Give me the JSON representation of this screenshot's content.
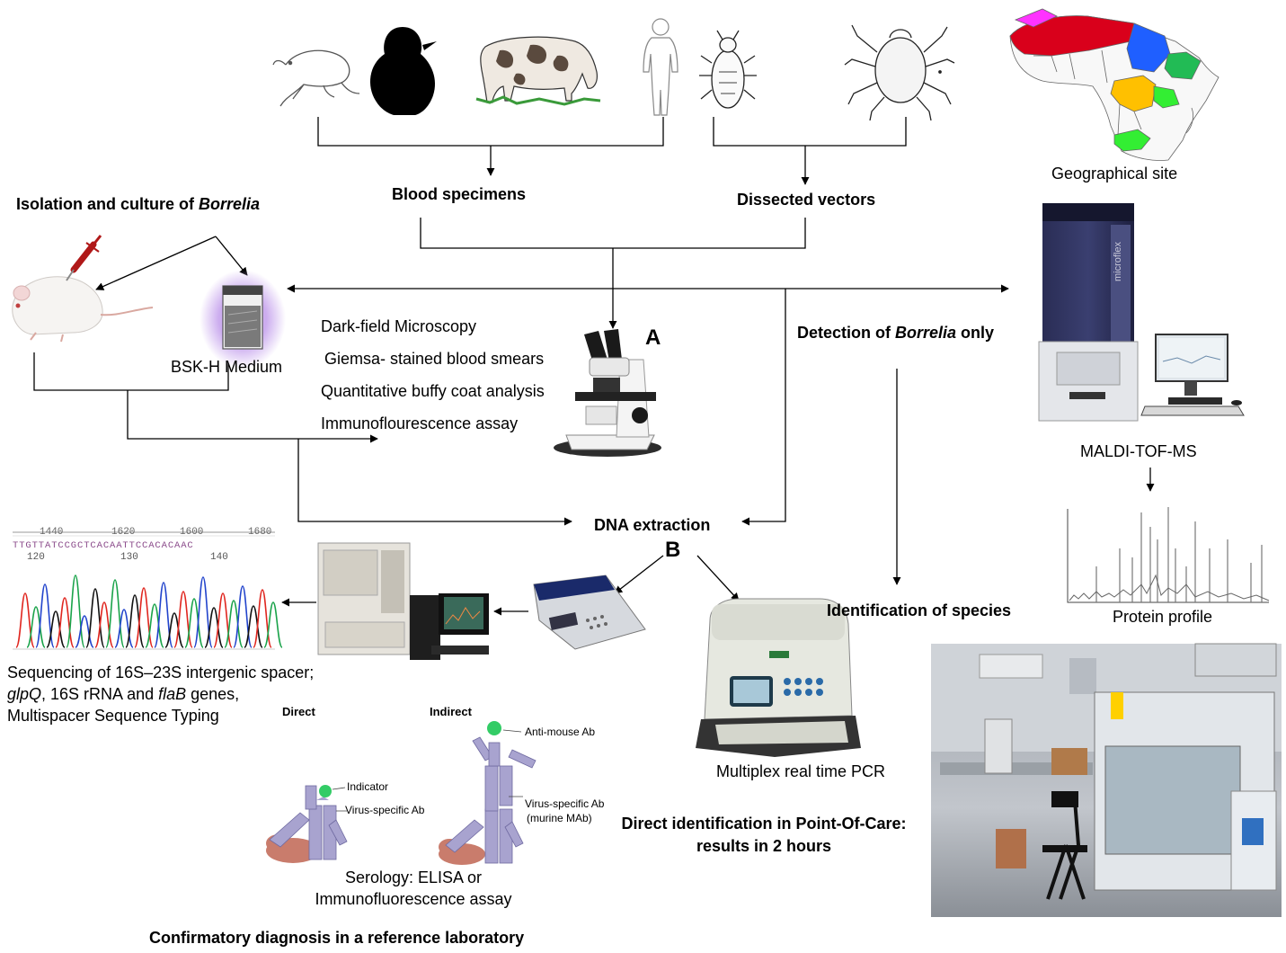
{
  "labels": {
    "blood_specimens": "Blood specimens",
    "dissected_vectors": "Dissected vectors",
    "geographical_site": "Geographical site",
    "isolation_prefix": "Isolation and culture of ",
    "isolation_italic": "Borrelia",
    "bsk_medium": "BSK-H Medium",
    "panel_a": "A",
    "panel_b": "B",
    "dark_field": "Dark-field Microscopy",
    "giemsa": "Giemsa- stained blood smears",
    "qbc": "Quantitative buffy coat analysis",
    "ifa": "Immunoflourescence assay",
    "detection_prefix": "Detection of ",
    "detection_italic": "Borrelia",
    "detection_suffix": " only",
    "maldi": "MALDI-TOF-MS",
    "protein_profile": "Protein profile",
    "dna_extraction": "DNA extraction",
    "identification": "Identification of species",
    "seq_line1": "Sequencing of 16S–23S intergenic spacer;",
    "seq_line2_italic": "glpQ",
    "seq_line2_mid": ", 16S rRNA  and ",
    "seq_line2_italic2": "flaB",
    "seq_line2_end": " genes,",
    "seq_line3": "Multispacer Sequence Typing",
    "direct": "Direct",
    "indirect": "Indirect",
    "indicator": "Indicator",
    "virus_ab": "Virus-specific Ab",
    "anti_mouse": "Anti-mouse Ab",
    "virus_ab2": "Virus-specific Ab",
    "murine": "(murine MAb)",
    "serology_line1": "Serology: ELISA or",
    "serology_line2": "Immunofluorescence assay",
    "multiplex": "Multiplex real time PCR",
    "poc_line1": "Direct identification  in Point-Of-Care:",
    "poc_line2": "results in 2 hours",
    "confirmatory": "Confirmatory diagnosis in a reference laboratory",
    "microflex": "microflex"
  },
  "sequence": {
    "bases": "TTGTTATCCGCTCACAATTCCACACAAC",
    "top_ticks": [
      "1440",
      "1620",
      "1600",
      "1680"
    ],
    "bottom_ticks": [
      "120",
      "130",
      "140"
    ]
  },
  "colors": {
    "map_red": "#d9001b",
    "map_blue": "#1f5fff",
    "map_green": "#22bb55",
    "map_yellow": "#ffc000",
    "map_magenta": "#ff33ff",
    "map_lime": "#33ee33",
    "trace_red": "#e0261f",
    "trace_green": "#1aa34a",
    "trace_blue": "#2244cc",
    "trace_black": "#111111",
    "antibody": "#a8a3cf",
    "blob": "#c97c6c",
    "glow": "#c9a8ee"
  },
  "icons": [
    "rat-icon",
    "penguin-icon",
    "cow-icon",
    "human-icon",
    "louse-icon",
    "tick-icon",
    "africa-map-icon",
    "mouse-syringe-icon",
    "culture-tube-icon",
    "microscope-icon",
    "maldi-instrument-icon",
    "sequencer-icon",
    "thermocycler-icon",
    "realtime-pcr-icon",
    "lab-photo-icon"
  ]
}
